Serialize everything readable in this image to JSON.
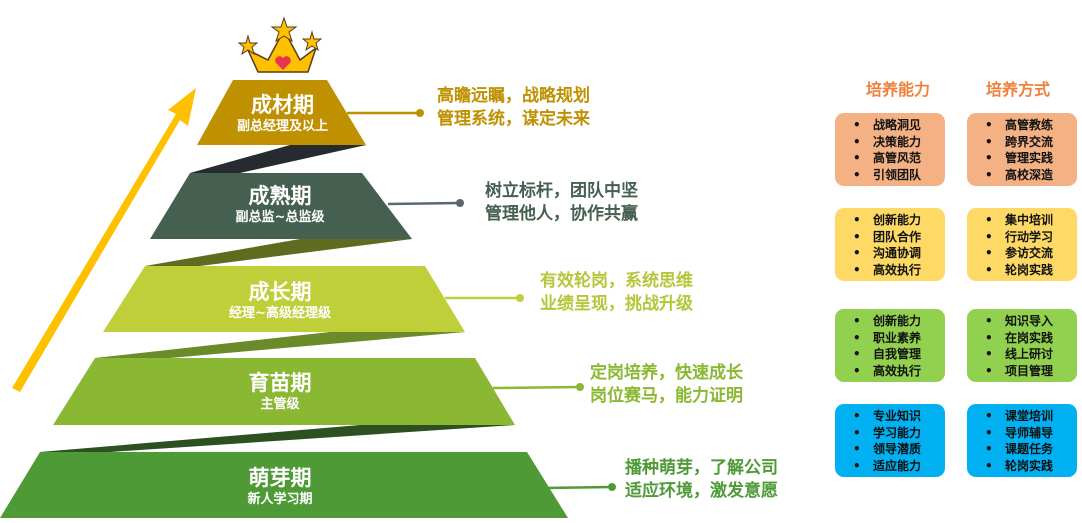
{
  "crown_icon": "crown-with-stars",
  "tiers": [
    {
      "title": "成材期",
      "subtitle": "副总经理及以上",
      "desc": [
        "高瞻远瞩，战略规划",
        "管理系统，谋定未来"
      ],
      "color": "#BF9000"
    },
    {
      "title": "成熟期",
      "subtitle": "副总监~总监级",
      "desc": [
        "树立标杆，团队中坚",
        "管理他人，协作共赢"
      ],
      "color": "#455F50"
    },
    {
      "title": "成长期",
      "subtitle": "经理~高级经理级",
      "desc": [
        "有效轮岗，系统思维",
        "业绩呈现，挑战升级"
      ],
      "color": "#BFCF3A"
    },
    {
      "title": "育苗期",
      "subtitle": "主管级",
      "desc": [
        "定岗培养，快速成长",
        "岗位赛马，能力证明"
      ],
      "color": "#8AB833"
    },
    {
      "title": "萌芽期",
      "subtitle": "新人学习期",
      "desc": [
        "播种萌芽，了解公司",
        "适应环境，激发意愿"
      ],
      "color": "#4E9A36"
    }
  ],
  "headers": {
    "ability": "培养能力",
    "method": "培养方式"
  },
  "rows": [
    {
      "color": "#F4B183",
      "ability": [
        "战略洞见",
        "决策能力",
        "高管风范",
        "引领团队"
      ],
      "method": [
        "高管教练",
        "跨界交流",
        "管理实践",
        "高校深造"
      ]
    },
    {
      "color": "#FFD966",
      "ability": [
        "创新能力",
        "团队合作",
        "沟通协调",
        "高效执行"
      ],
      "method": [
        "集中培训",
        "行动学习",
        "参访交流",
        "轮岗实践"
      ]
    },
    {
      "color": "#92D050",
      "ability": [
        "创新能力",
        "职业素养",
        "自我管理",
        "高效执行"
      ],
      "method": [
        "知识导入",
        "在岗实践",
        "线上研讨",
        "项目管理"
      ]
    },
    {
      "color": "#00B0F0",
      "ability": [
        "专业知识",
        "学习能力",
        "领导潜质",
        "适应能力"
      ],
      "method": [
        "课堂培训",
        "导师辅导",
        "课题任务",
        "轮岗实践"
      ]
    }
  ]
}
